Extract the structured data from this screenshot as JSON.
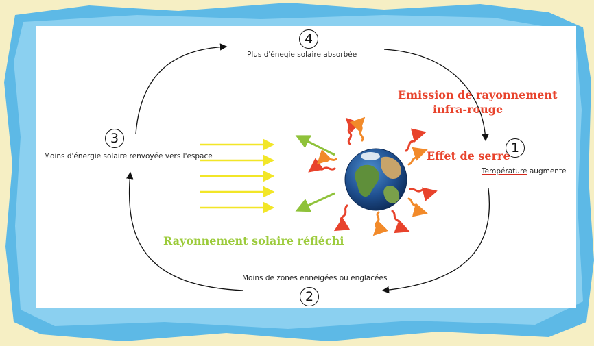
{
  "steps": [
    {
      "number": "1",
      "title": "Effet de serre",
      "text_underlined": "Température",
      "text_rest": " augmente"
    },
    {
      "number": "2",
      "text": "Moins de zones enneigées ou englacées"
    },
    {
      "number": "3",
      "text": "Moins d'énergie solaire renvoyée vers l'espace"
    },
    {
      "number": "4",
      "text_before": "Plus ",
      "text_underlined": "d'énegie",
      "text_after": " solaire absorbée"
    }
  ],
  "labels": {
    "emission_line1": "Emission de rayonnement",
    "emission_line2": "infra-rouge",
    "reflected": "Rayonnement solaire réfléchi"
  },
  "colors": {
    "incoming_solar": "#f2e627",
    "reflected_solar": "#9ccb3b",
    "infrared": "#e8432c",
    "infrared_alt": "#f28a2a",
    "frame": "#5db9e6",
    "panel": "#ffffff"
  }
}
